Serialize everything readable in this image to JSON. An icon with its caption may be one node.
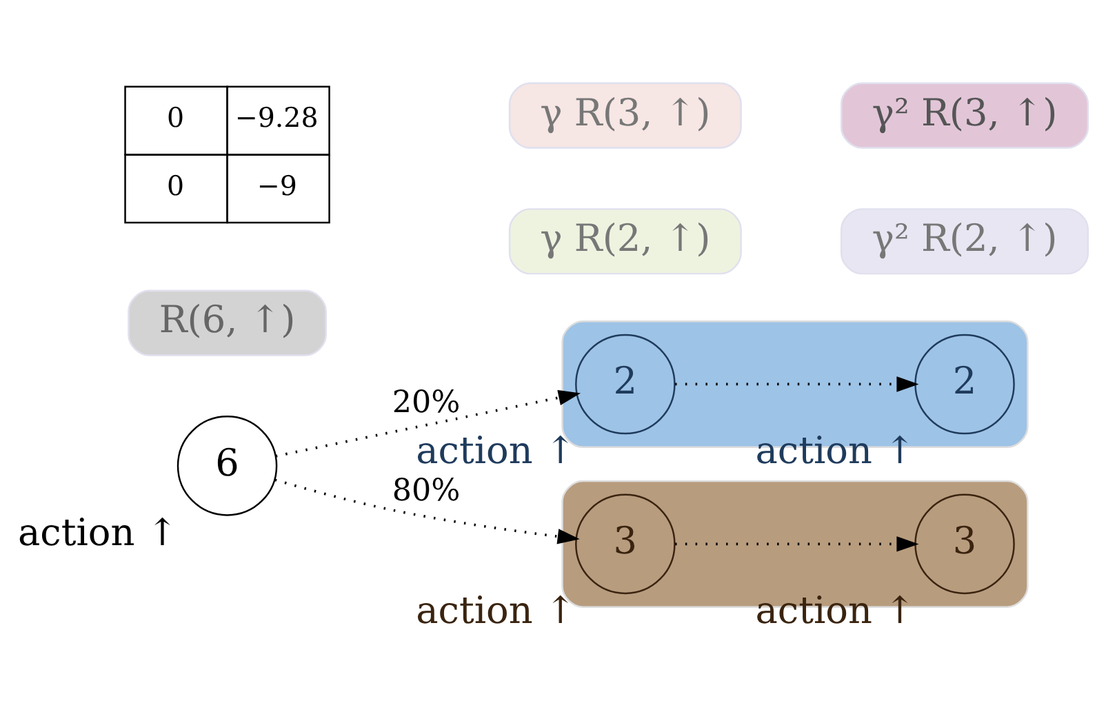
{
  "diagram": {
    "nodes": [
      {
        "text": [
          "6"
        ],
        "beside": [
          "action ↑"
        ]
      },
      {
        "text": [],
        "shape": "box"
      },
      {
        "text": [
          "2"
        ],
        "in": 1,
        "beside": [
          "action ↑"
        ]
      },
      {
        "text": [
          "2"
        ],
        "in": 1,
        "beside": [
          "action ↑"
        ]
      },
      {
        "text": [],
        "shape": "box"
      },
      {
        "text": [
          "3"
        ],
        "in": 4,
        "beside": [
          "action ↑"
        ]
      },
      {
        "text": [
          "3"
        ],
        "in": 4,
        "beside": [
          "action ↑"
        ]
      },
      {
        "text": [
          "γ R(2, ↑)"
        ]
      },
      {
        "text": [
          "γ² R(2, ↑)"
        ]
      },
      {
        "text": [
          "R(6, ↑)"
        ]
      },
      {
        "text": [
          "γ R(3, ↑)"
        ]
      },
      {
        "text": [
          "γ² R(3, ↑)"
        ]
      }
    ],
    "edges": [
      {
        "from": 0,
        "to": 2,
        "arrow": "to",
        "label": "20%",
        "style": "dashed"
      },
      {
        "from": 2,
        "to": 3,
        "arrow": "to",
        "style": "dashed"
      },
      {
        "from": 0,
        "to": 5,
        "arrow": "to",
        "label": "80%",
        "style": "dashed"
      },
      {
        "from": 5,
        "to": 6,
        "arrow": "to",
        "style": "dashed"
      }
    ],
    "labels": [
      "0",
      "−9.28",
      "0",
      "−9"
    ]
  }
}
